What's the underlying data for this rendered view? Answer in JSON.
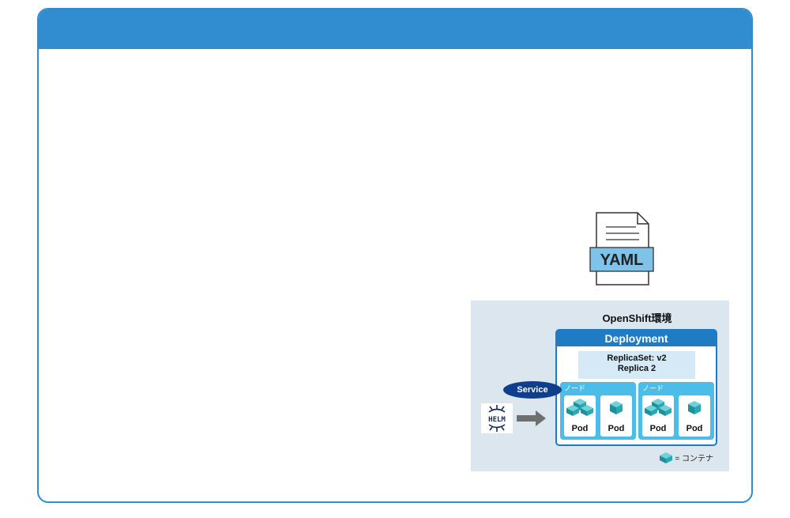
{
  "yaml_doc": {
    "label": "YAML"
  },
  "environment": {
    "title": "OpenShift環境",
    "deployment": {
      "title": "Deployment",
      "replicaset_line1": "ReplicaSet: v2",
      "replicaset_line2": "Replica 2"
    },
    "nodes": [
      {
        "label": "ノード",
        "pods": [
          "Pod",
          "Pod"
        ]
      },
      {
        "label": "ノード",
        "pods": [
          "Pod",
          "Pod"
        ]
      }
    ],
    "service": "Service",
    "helm": "HELM",
    "legend": "= コンテナ"
  },
  "colors": {
    "frame": "#318cd0",
    "deployment": "#1f7cc4",
    "node": "#4cbde9",
    "service": "#0f3f8c",
    "yaml": "#7ec3ea",
    "container": "#2aa7b5"
  }
}
